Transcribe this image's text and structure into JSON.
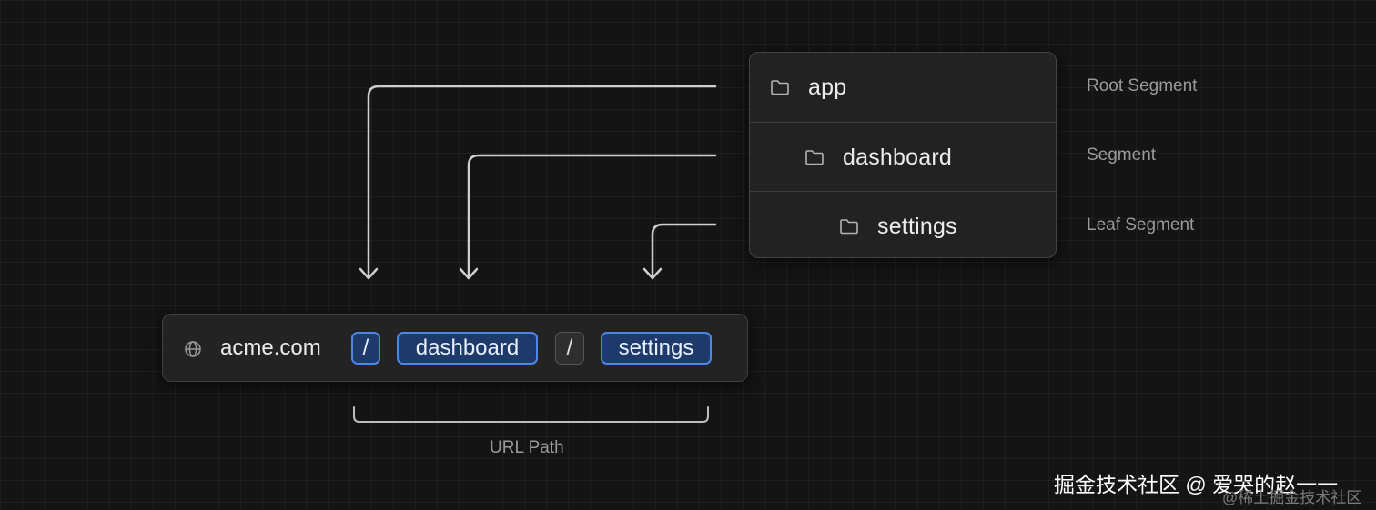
{
  "tree": {
    "rows": [
      {
        "name": "app",
        "label": "Root Segment"
      },
      {
        "name": "dashboard",
        "label": "Segment"
      },
      {
        "name": "settings",
        "label": "Leaf Segment"
      }
    ]
  },
  "url_bar": {
    "domain": "acme.com",
    "sep1": "/",
    "seg1": "dashboard",
    "sep2": "/",
    "seg2": "settings"
  },
  "caption": "URL Path",
  "watermark": {
    "main": "掘金技术社区 @ 爱哭的赵一一",
    "sub": "@稀土掘金技术社区"
  },
  "colors": {
    "background": "#141414",
    "highlight_fill": "#1d3a6b",
    "highlight_border": "#4d86e6",
    "line": "#cfcfcf"
  },
  "icons": [
    "folder-icon",
    "globe-icon",
    "arrow-down-icon"
  ]
}
